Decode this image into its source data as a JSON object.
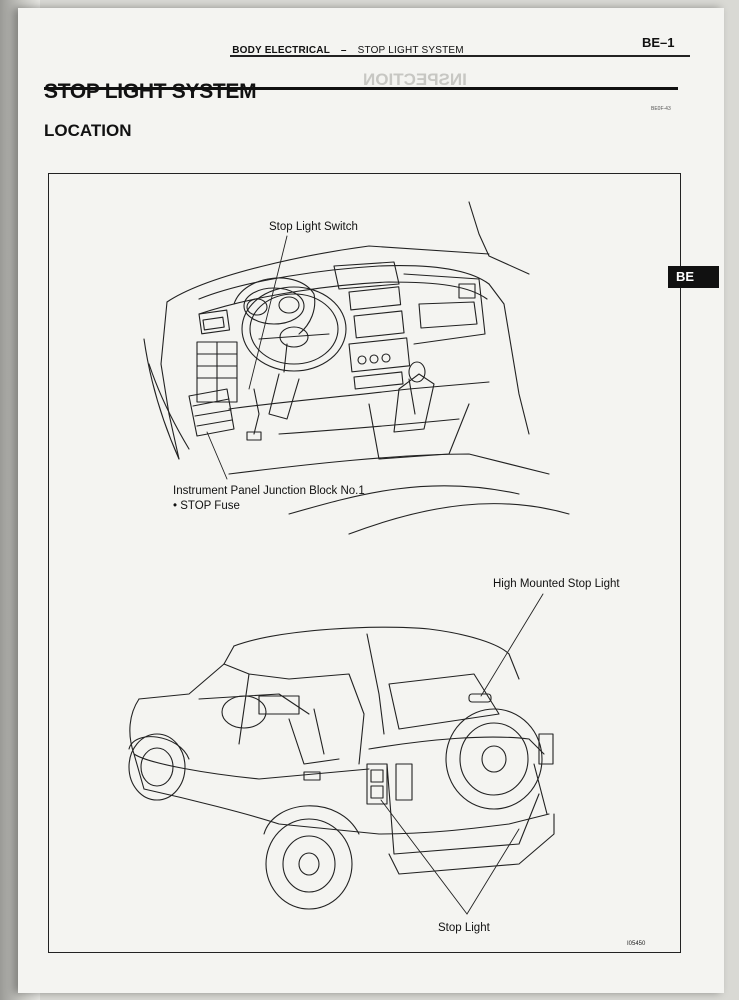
{
  "header": {
    "section": "BODY ELECTRICAL",
    "separator": "–",
    "subsection": "STOP LIGHT SYSTEM",
    "page_number": "BE–1"
  },
  "section_tab": "BE",
  "title": "STOP LIGHT SYSTEM",
  "subtitle": "LOCATION",
  "bleed_through": {
    "heading": "INSPECTION",
    "ref": "BE0F-43"
  },
  "figure": {
    "callouts": {
      "stop_light_switch": "Stop Light Switch",
      "junction_block": "Instrument Panel Junction Block No.1",
      "stop_fuse": "• STOP Fuse",
      "high_mounted": "High Mounted Stop Light",
      "stop_light": "Stop Light"
    },
    "figure_number": "I05450"
  }
}
